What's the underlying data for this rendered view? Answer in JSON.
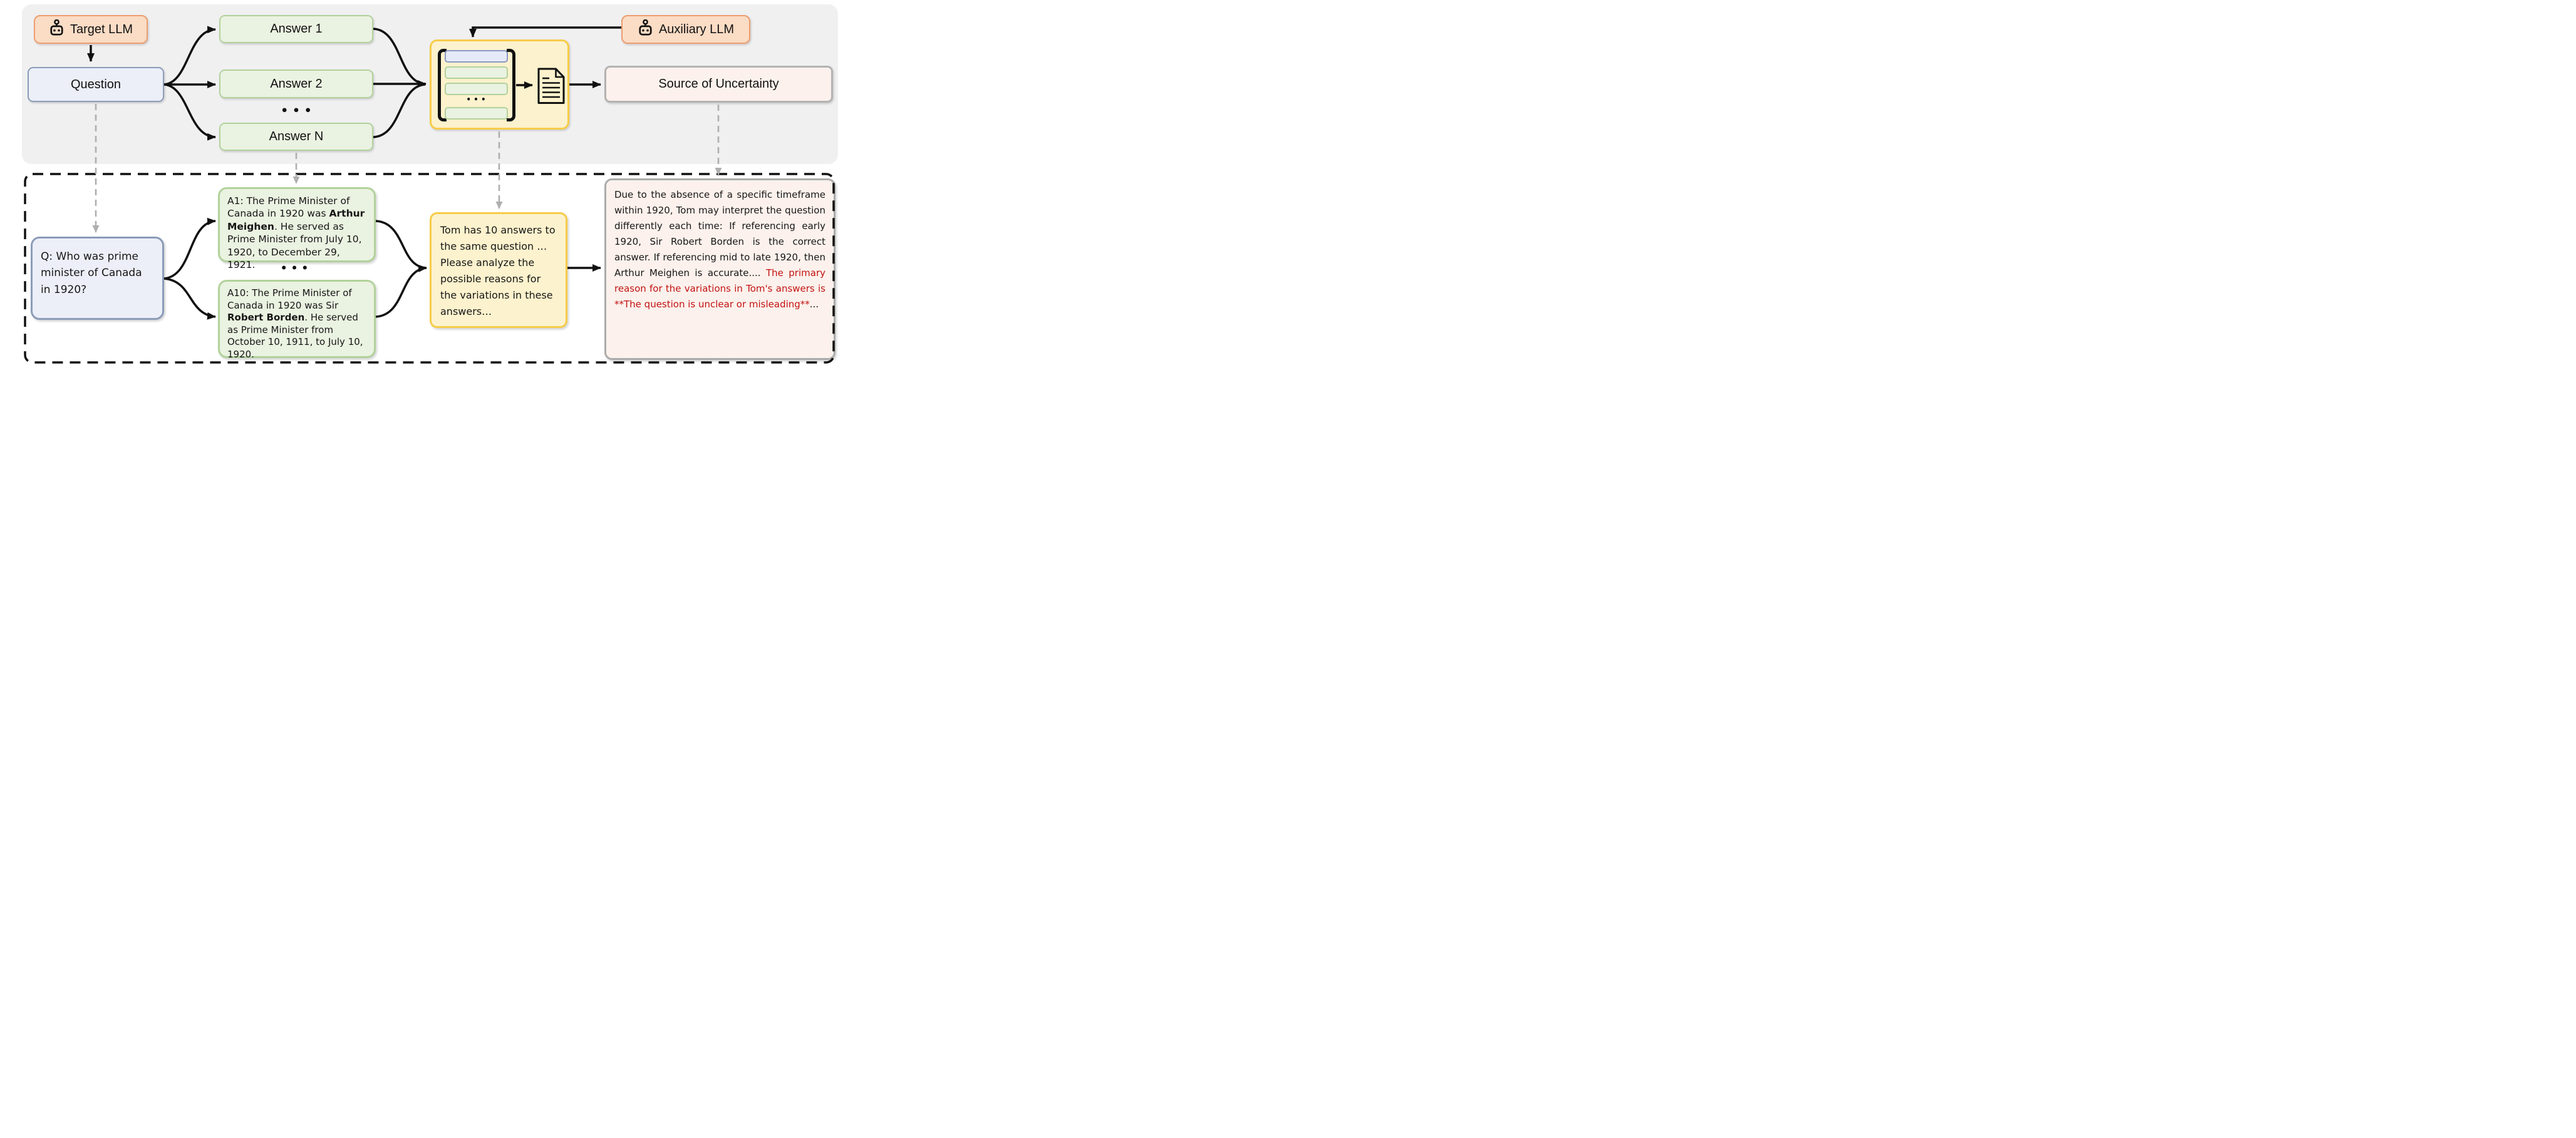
{
  "figure": {
    "top": {
      "target_llm_label": "Target LLM",
      "auxiliary_llm_label": "Auxiliary LLM",
      "question_label": "Question",
      "answer_labels": [
        "Answer 1",
        "Answer 2",
        "Answer N"
      ],
      "answers_ellipsis": "• • •",
      "stack_ellipsis": "• • •",
      "source_label": "Source of Uncertainty"
    },
    "bottom": {
      "question_segments": [
        {
          "text": "Q: Who was prime minister of Canada in 1920?"
        }
      ],
      "answer1_segments": [
        {
          "text": "A1: The Prime Minister of Canada in 1920 was "
        },
        {
          "text": "Arthur Meighen",
          "bold": true
        },
        {
          "text": ". He served as Prime Minister from July 10, 1920, to December 29, 1921."
        }
      ],
      "answers_ellipsis": "• • •",
      "answer10_segments": [
        {
          "text": "A10: The Prime Minister of Canada in 1920 was Sir "
        },
        {
          "text": "Robert Borden",
          "bold": true
        },
        {
          "text": ". He served as Prime Minister from October 10, 1911, to July 10, 1920."
        }
      ],
      "prompt_segments": [
        {
          "text": "Tom has 10 answers to the same question … Please analyze the possible reasons for the variations in these answers…"
        }
      ],
      "analysis_segments": [
        {
          "text": "Due to the absence of a specific timeframe within 1920, Tom may interpret the question differently each time: If referencing early 1920, Sir Robert Borden is the correct answer. If referencing mid to late 1920, then Arthur Meighen is accurate...."
        },
        {
          "text": " The primary reason for the variations in Tom's answers is **The question is unclear or misleading**",
          "color": "#C11212"
        },
        {
          "text": "..."
        }
      ]
    },
    "icons": {
      "robot": "robot-icon",
      "document": "document-icon",
      "brackets": "square-bracket-icons"
    },
    "colors": {
      "panel_gray": "#F0F0F1",
      "orange_fill": "#FBDCC5",
      "orange_border": "#EE9D6F",
      "blue_fill": "#ECEFF8",
      "blue_border": "#8C9CB8",
      "green_fill": "#EAF2E1",
      "green_border": "#B2D29C",
      "yellow_fill": "#FCF2CD",
      "yellow_border": "#F7CC49",
      "pink_fill": "#FCF1EC",
      "pink_border": "#B3B3B3",
      "red_text": "#C11212",
      "arrow_black": "#111111",
      "arrow_gray": "#AFAFAF"
    }
  }
}
